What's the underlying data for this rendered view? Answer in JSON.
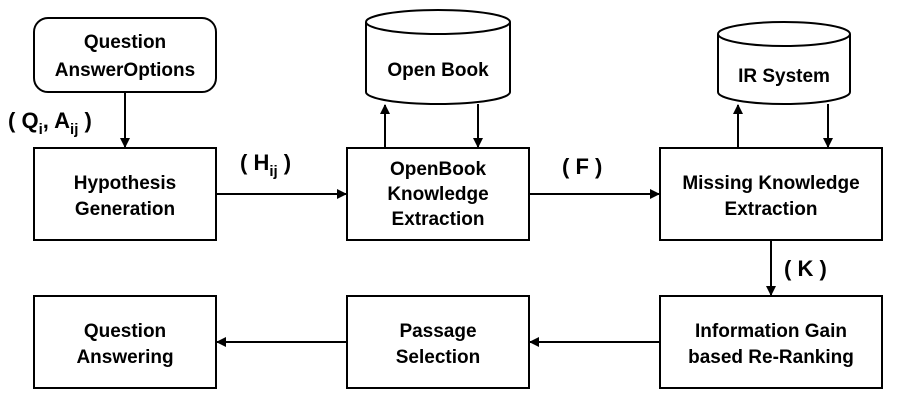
{
  "nodes": {
    "question_input": {
      "line1": "Question",
      "line2": "AnswerOptions"
    },
    "hypothesis_generation": {
      "line1": "Hypothesis",
      "line2": "Generation"
    },
    "openbook_extraction": {
      "line1": "OpenBook",
      "line2": "Knowledge",
      "line3": "Extraction"
    },
    "missing_knowledge_extraction": {
      "line1": "Missing Knowledge",
      "line2": "Extraction"
    },
    "information_gain_reranking": {
      "line1": "Information Gain",
      "line2": "based Re-Ranking"
    },
    "passage_selection": {
      "line1": "Passage",
      "line2": "Selection"
    },
    "question_answering": {
      "line1": "Question",
      "line2": "Answering"
    }
  },
  "stores": {
    "open_book": "Open Book",
    "ir_system": "IR System"
  },
  "edge_labels": {
    "qa_to_hypothesis": {
      "open": "( Q",
      "q_sub": "i",
      "mid": ", A",
      "a_sub": "ij",
      "close": " )"
    },
    "hypothesis_to_openbook": {
      "open": "( H",
      "sub": "ij",
      "close": " )"
    },
    "openbook_to_missing": "( F )",
    "missing_to_reranking": "( K )"
  },
  "colors": {
    "stroke": "#000000",
    "fill": "#ffffff",
    "text": "#000000"
  }
}
